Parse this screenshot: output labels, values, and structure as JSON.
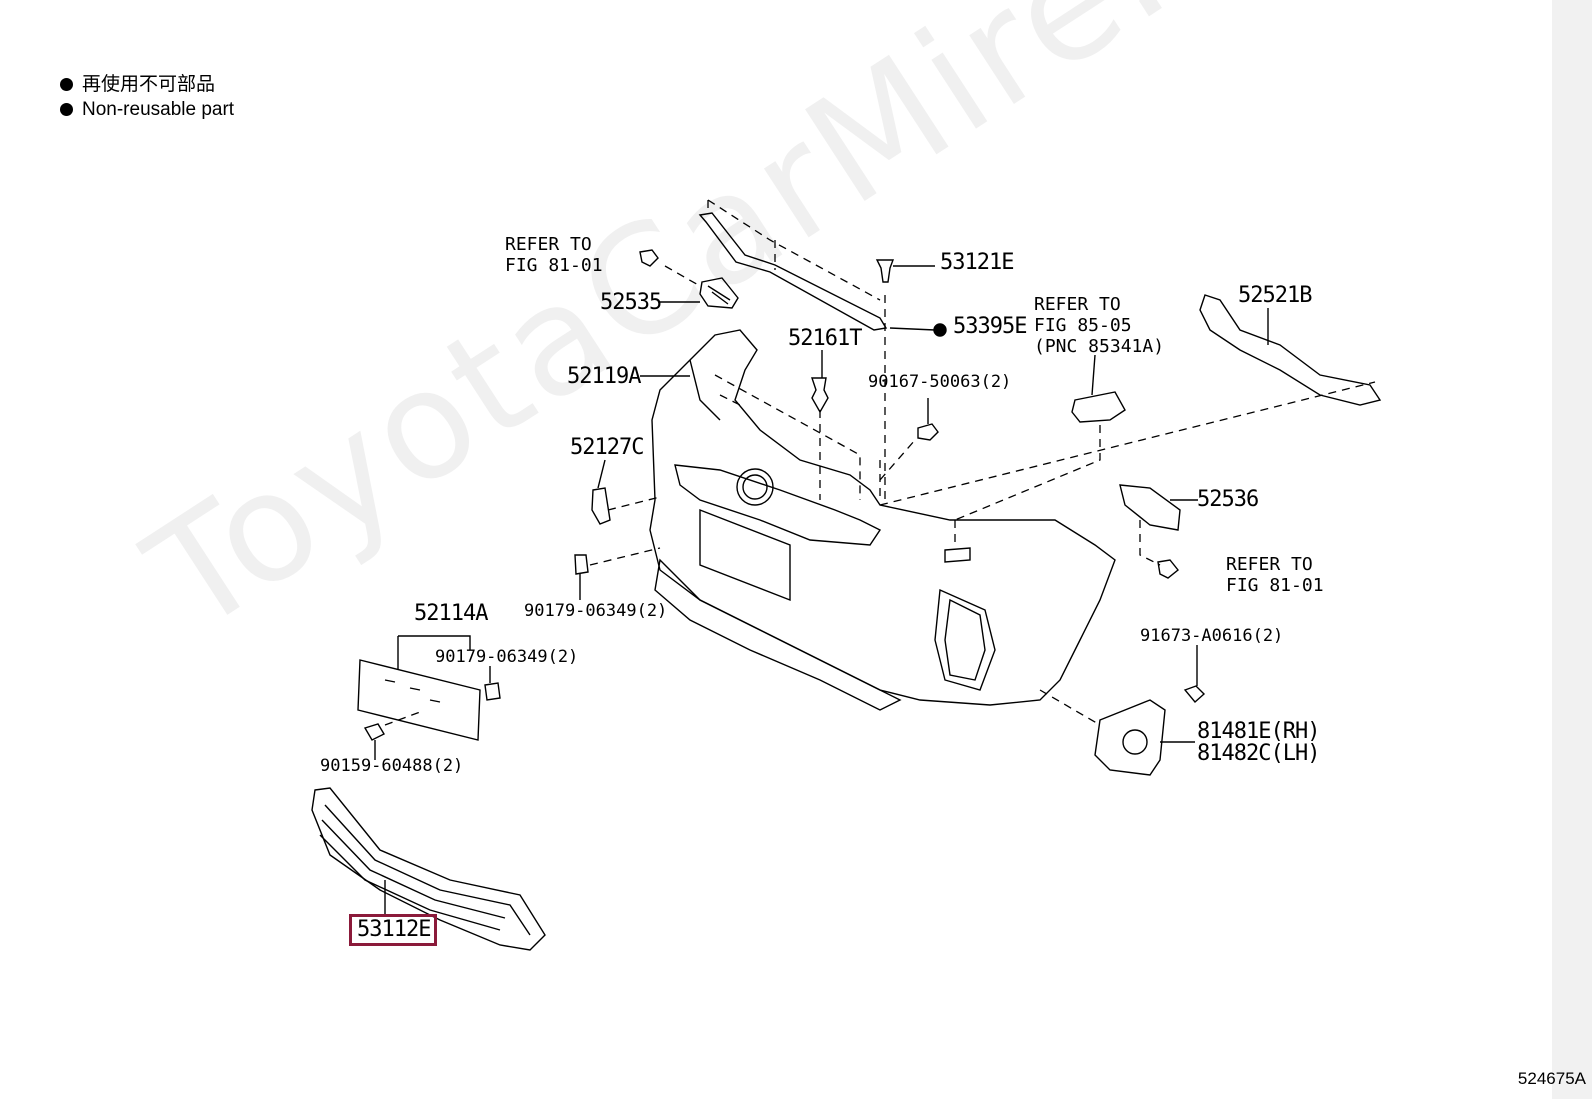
{
  "legend": {
    "line_jp": "再使用不可部品",
    "line_en": "Non-reusable part"
  },
  "watermark": "ToyotaCarMire.ru",
  "labels": {
    "refer_fig_81_01_a": [
      "REFER TO",
      "FIG 81-01"
    ],
    "p52535": "52535",
    "p53121E": "53121E",
    "p53395E": "53395E",
    "refer_fig_85_05": [
      "REFER TO",
      "FIG 85-05",
      "(PNC 85341A)"
    ],
    "p52521B": "52521B",
    "p52161T": "52161T",
    "p52119A": "52119A",
    "p90167": "90167-50063(2)",
    "p52127C": "52127C",
    "p52536": "52536",
    "refer_fig_81_01_b": [
      "REFER TO",
      "FIG 81-01"
    ],
    "p90179_a": "90179-06349(2)",
    "p52114A": "52114A",
    "p90179_b": "90179-06349(2)",
    "p91673": "91673-A0616(2)",
    "p81481E": "81481E(RH)",
    "p81482C": "81482C(LH)",
    "p90159": "90159-60488(2)",
    "p53112E": "53112E"
  },
  "highlighted_part": "53112E",
  "illustration_id": "524675A",
  "colors": {
    "highlight": "#8b1a3a",
    "sidebar": "#f1f1f1"
  }
}
